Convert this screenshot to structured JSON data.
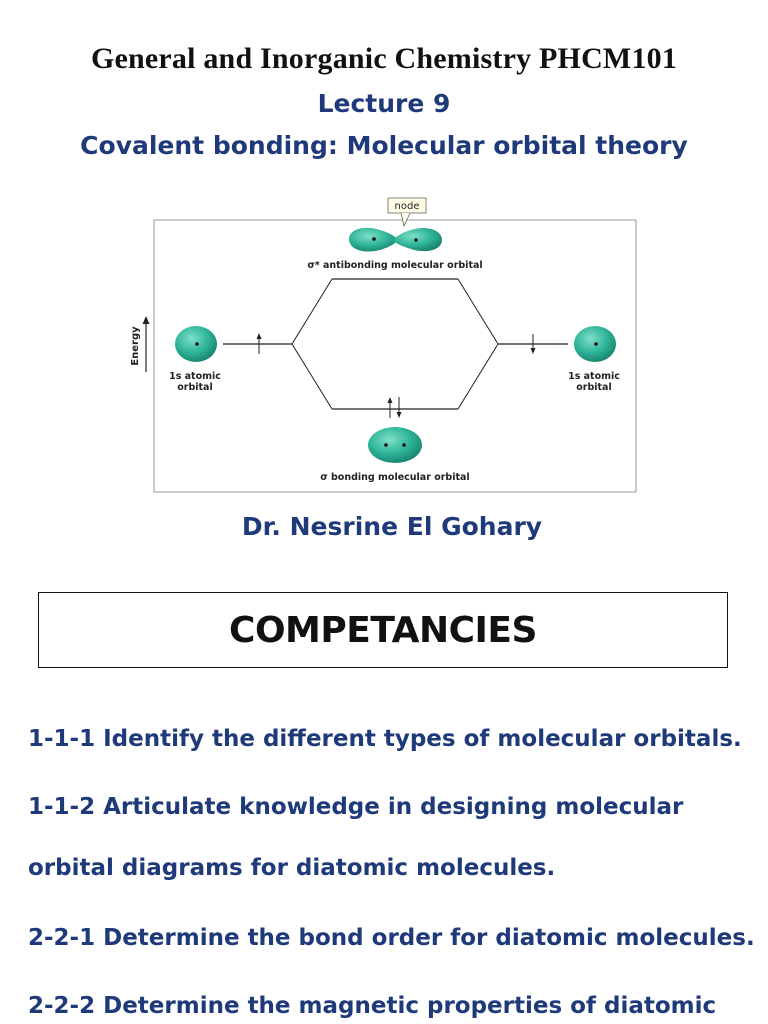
{
  "header": {
    "course_title": "General and Inorganic Chemistry PHCM101",
    "lecture": "Lecture 9",
    "topic": "Covalent bonding: Molecular orbital theory"
  },
  "diagram": {
    "node_label": "node",
    "antibonding_label": "σ* antibonding molecular orbital",
    "bonding_label": "σ bonding molecular orbital",
    "axis_label": "Energy",
    "left_orbital_line1": "1s atomic",
    "left_orbital_line2": "orbital",
    "right_orbital_line1": "1s atomic",
    "right_orbital_line2": "orbital",
    "orbital_color": "#2fb59a"
  },
  "author": "Dr. Nesrine El Gohary",
  "competencies": {
    "heading": "COMPETANCIES",
    "lines": [
      "1-1-1 Identify the different types of molecular orbitals.",
      "1-1-2 Articulate knowledge in designing molecular",
      "orbital diagrams for diatomic molecules.",
      "2-2-1 Determine the bond order for diatomic molecules.",
      "2-2-2 Determine the magnetic properties of diatomic"
    ]
  }
}
